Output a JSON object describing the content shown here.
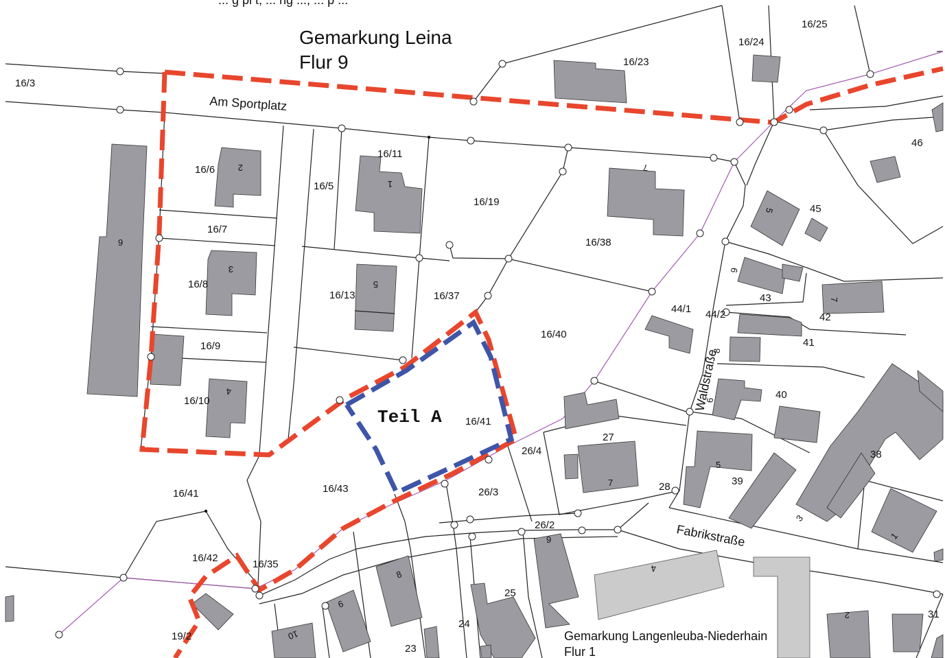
{
  "header_cut_text": "... g pl t, ... ng ..., ... p ...",
  "gemarkung_top": {
    "line1": "Gemarkung Leina",
    "line2": "Flur 9"
  },
  "gemarkung_bottom": {
    "line1": "Gemarkung Langenleuba-Niederhain",
    "line2": "Flur 1"
  },
  "teil_label": "Teil A",
  "streets": {
    "sportplatz": "Am Sportplatz",
    "wald": "Waldstraße",
    "fabrik": "Fabrikstraße"
  },
  "parcels": {
    "p16_3": "16/3",
    "p16_6": "16/6",
    "p16_5": "16/5",
    "p16_11": "16/11",
    "p16_19": "16/19",
    "p16_7": "16/7",
    "p16_8": "16/8",
    "p16_13": "16/13",
    "p16_37": "16/37",
    "p16_38": "16/38",
    "p16_9": "16/9",
    "p16_10": "16/10",
    "p16_40": "16/40",
    "p16_41a": "16/41",
    "p16_41b": "16/41",
    "p16_43": "16/43",
    "p26_3": "26/3",
    "p26_4": "26/4",
    "p26_2": "26/2",
    "p16_42": "16/42",
    "p16_35": "16/35",
    "p19_2": "19/2",
    "p16_23": "16/23",
    "p16_24": "16/24",
    "p16_25": "16/25",
    "p44_1": "44/1",
    "p44_2": "44/2",
    "p43": "43",
    "p42": "42",
    "p41": "41",
    "p40": "40",
    "p45": "45",
    "p46": "46",
    "p38": "38",
    "p39": "39",
    "p27": "27",
    "p28": "28",
    "p25": "25",
    "p24": "24",
    "p23": "23",
    "p31": "31"
  },
  "house_numbers": {
    "h2": "2",
    "h1": "1",
    "h3": "3",
    "h5": "5",
    "h4": "4",
    "h9left": "9",
    "h7top": "7",
    "h5wald": "5",
    "h9wald": "9",
    "h7wald": "7",
    "h8wald": "8",
    "h6wald": "6",
    "h5b": "5",
    "h7b": "7",
    "h3b": "3",
    "h1b": "1",
    "h4b": "4",
    "h9b": "9",
    "h8b": "8",
    "h6b": "6",
    "h10b": "10",
    "h2b": "2"
  }
}
